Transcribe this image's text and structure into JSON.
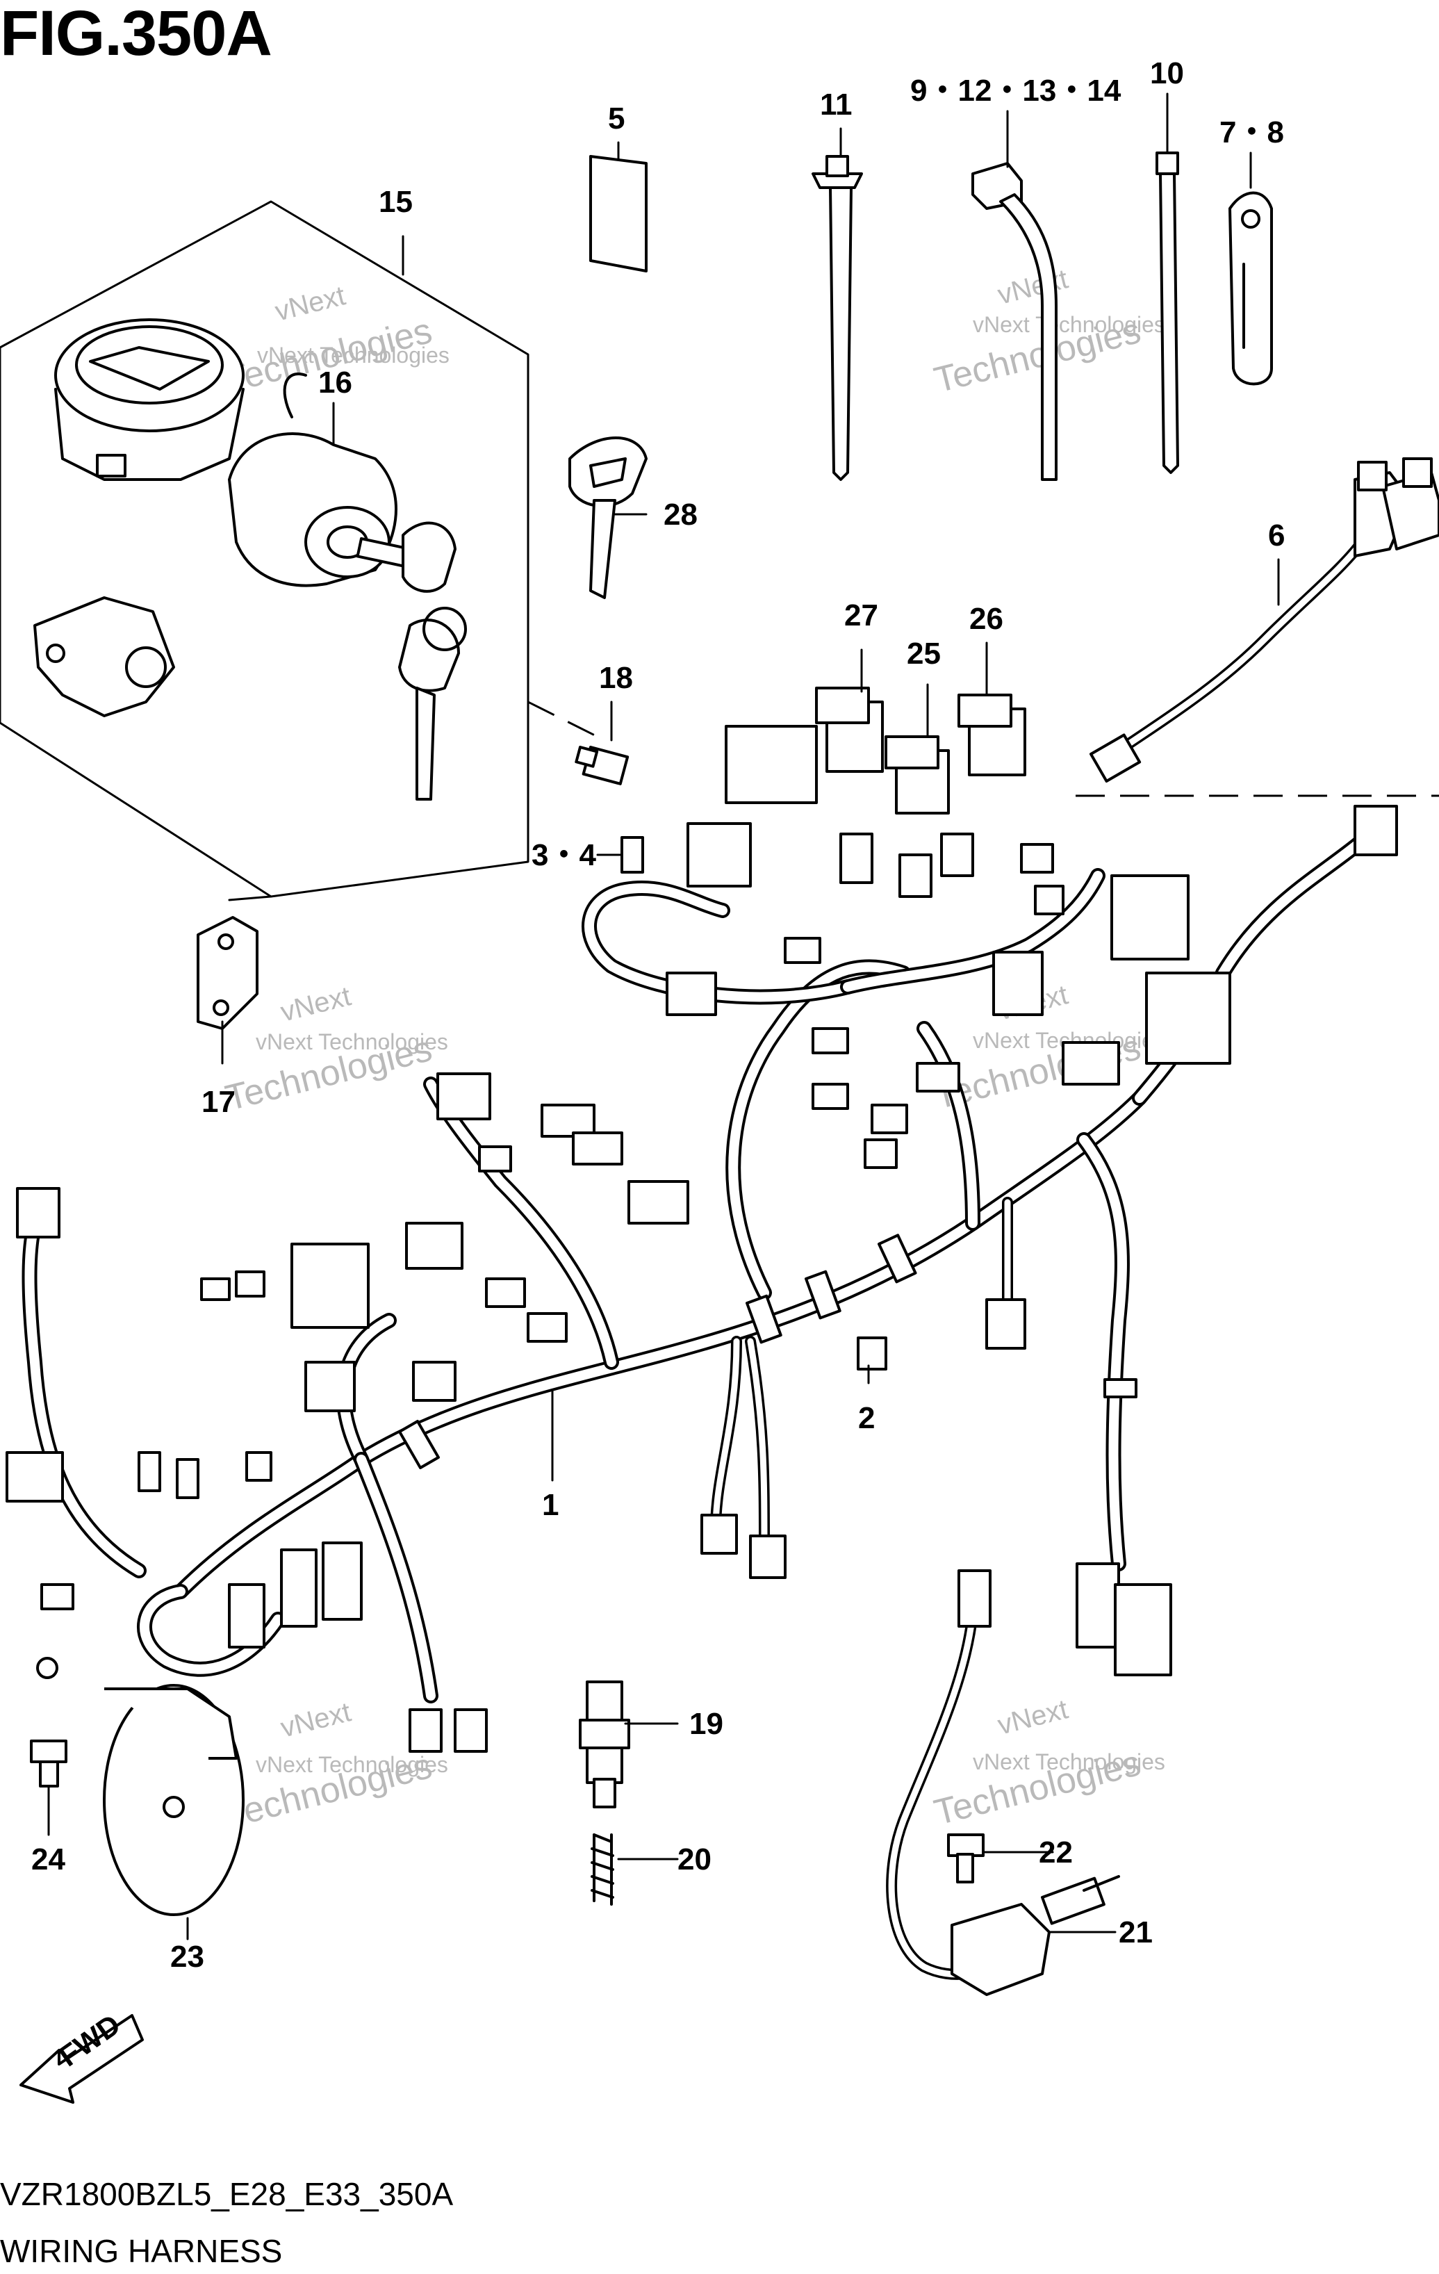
{
  "figure": {
    "title": "FIG.350A",
    "model_code": "VZR1800BZL5_E28_E33_350A",
    "caption": "WIRING HARNESS"
  },
  "callouts": [
    "1",
    "2",
    "3・4",
    "5",
    "6",
    "7・8",
    "9・12・13・14",
    "10",
    "11",
    "15",
    "16",
    "17",
    "18",
    "19",
    "20",
    "21",
    "22",
    "23",
    "24",
    "25",
    "26",
    "27",
    "28"
  ],
  "watermark": {
    "line1": "vNext Technologies",
    "line2": "vNext",
    "line3": "Technologies"
  },
  "direction_badge": "FWD",
  "colors": {
    "ink": "#000000",
    "paper": "#ffffff",
    "watermark": "#b9b9b9"
  }
}
